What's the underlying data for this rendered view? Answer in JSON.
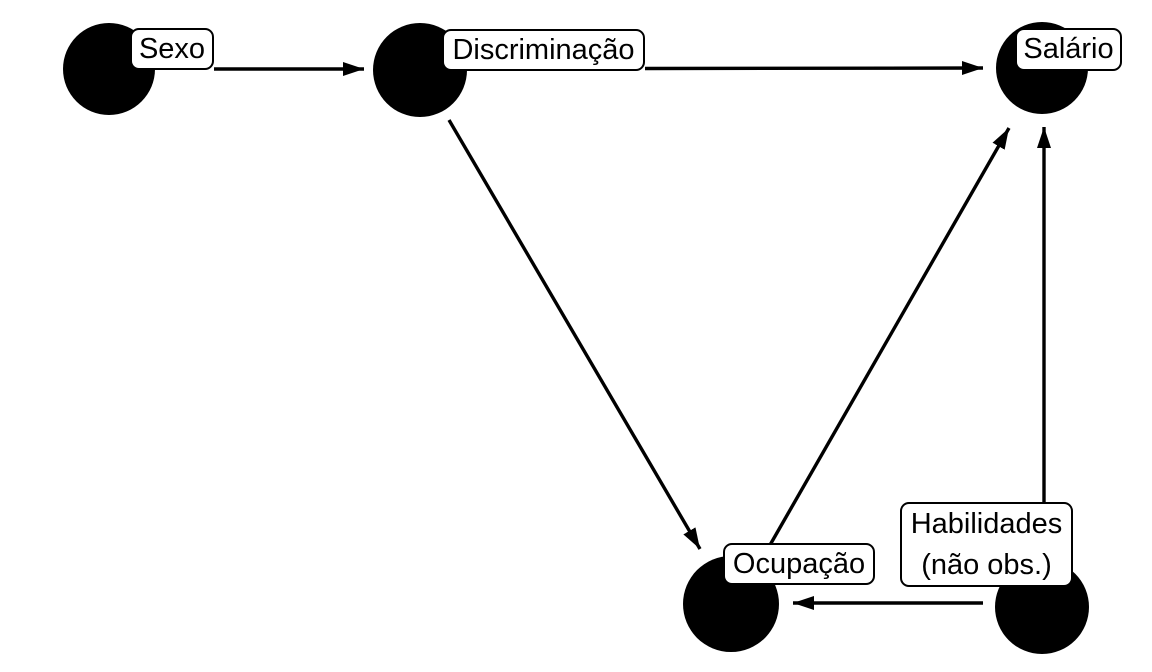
{
  "diagram": {
    "type": "dag",
    "background_color": "#ffffff",
    "node_color": "#000000",
    "edge_color": "#000000",
    "label_box_fill": "#ffffff",
    "label_box_border": "#000000",
    "nodes": [
      {
        "id": "sexo",
        "label": "Sexo"
      },
      {
        "id": "discriminacao",
        "label": "Discriminação"
      },
      {
        "id": "salario",
        "label": "Salário"
      },
      {
        "id": "ocupacao",
        "label": "Ocupação"
      },
      {
        "id": "habilidades",
        "label": "Habilidades",
        "label_line2": "(não obs.)"
      }
    ],
    "edges": [
      {
        "from": "Sexo",
        "to": "Discriminação"
      },
      {
        "from": "Discriminação",
        "to": "Salário"
      },
      {
        "from": "Discriminação",
        "to": "Ocupação"
      },
      {
        "from": "Ocupação",
        "to": "Salário"
      },
      {
        "from": "Habilidades (não obs.)",
        "to": "Salário"
      },
      {
        "from": "Habilidades (não obs.)",
        "to": "Ocupação"
      }
    ]
  }
}
